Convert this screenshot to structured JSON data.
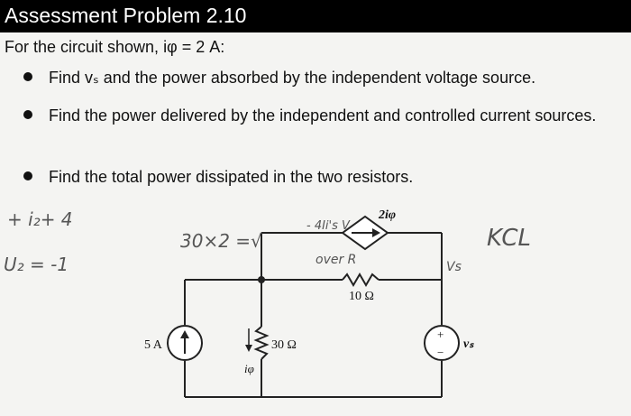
{
  "header": {
    "title": "Assessment Problem 2.10"
  },
  "problem": {
    "intro": "For the circuit shown, iφ = 2 A:",
    "bullets": [
      "Find vₛ and the power absorbed by the independent voltage source.",
      "Find the power delivered by the independent and controlled current sources.",
      "Find the total power dissipated in the two resistors."
    ]
  },
  "circuit": {
    "source_5a": "5 A",
    "resistor_30": "30 Ω",
    "resistor_10": "10 Ω",
    "dependent_source": "2iφ",
    "current_label": "iφ",
    "voltage_label": "vₛ",
    "plus": "+",
    "minus": "−"
  },
  "handwriting": {
    "kcl": "KCL",
    "calc": "30×2 =√",
    "over_r": "over R",
    "voltage_note": "- 4Ii's V",
    "vs": "Vs",
    "note_top_left": "+ i₂+ 4",
    "note_left": "U₂ = -1"
  }
}
